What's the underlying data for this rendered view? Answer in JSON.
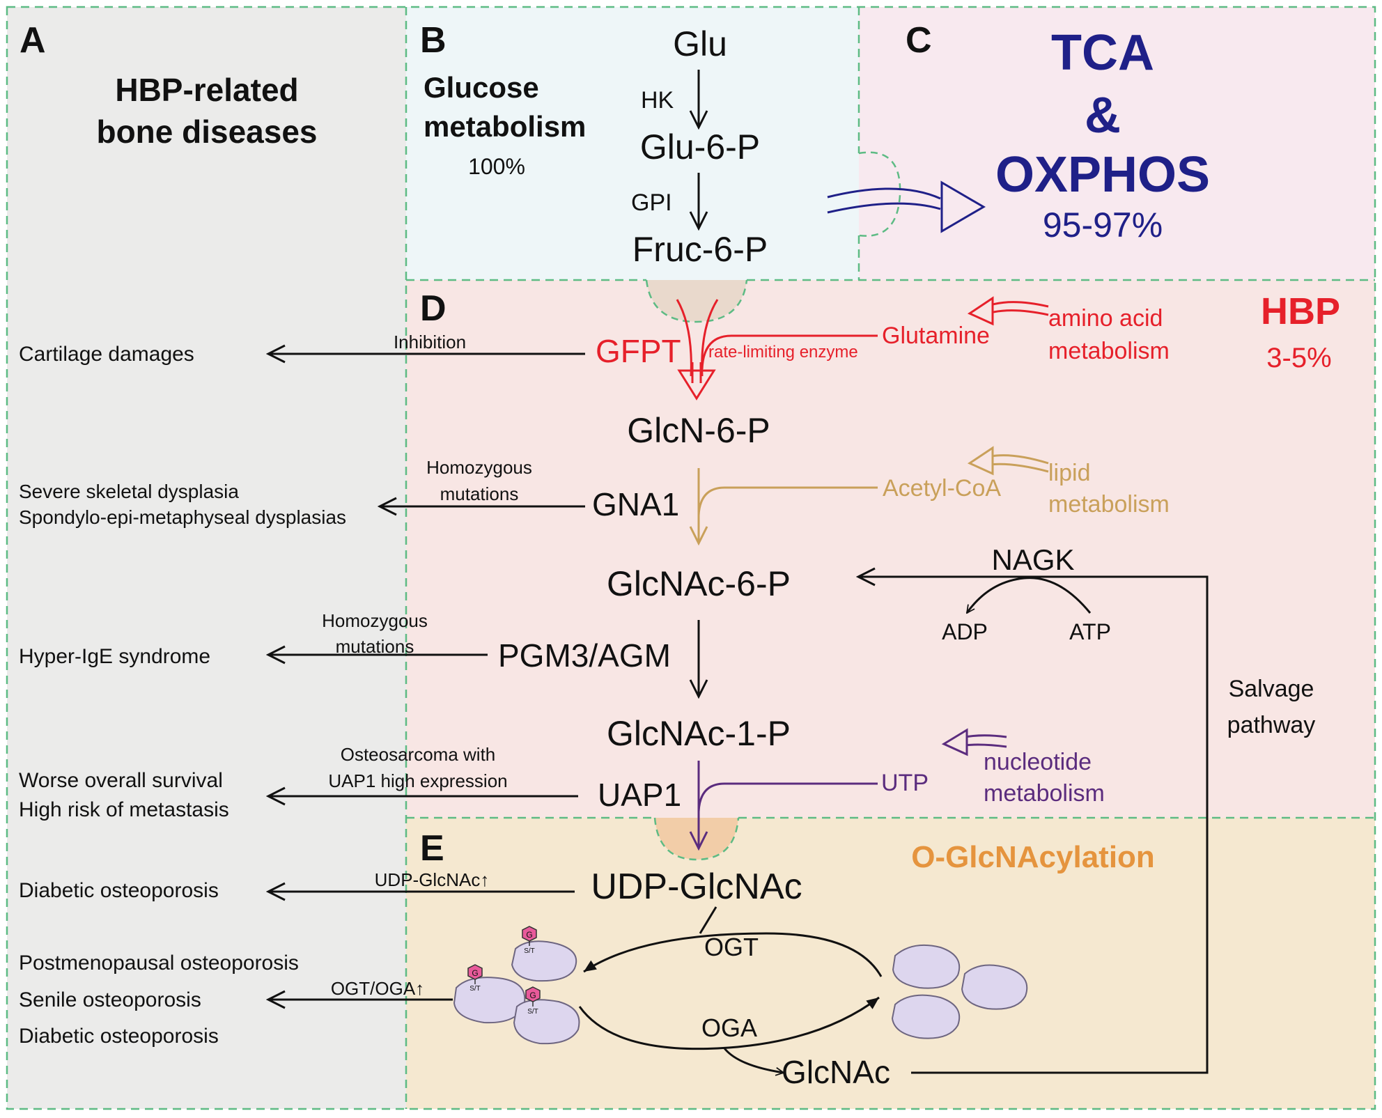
{
  "panels": {
    "A": {
      "letter": "A",
      "title_line1": "HBP-related",
      "title_line2": "bone diseases",
      "diseases": {
        "cartilage": "Cartilage damages",
        "dysplasia1": "Severe skeletal dysplasia",
        "dysplasia2": "Spondylo-epi-metaphyseal dysplasias",
        "hyper_ige": "Hyper-IgE syndrome",
        "survival": "Worse overall survival",
        "metastasis": "High risk of metastasis",
        "diabetic1": "Diabetic osteoporosis",
        "postmeno": "Postmenopausal osteoporosis",
        "senile": "Senile osteoporosis",
        "diabetic2": "Diabetic osteoporosis"
      }
    },
    "B": {
      "letter": "B",
      "title_line1": "Glucose",
      "title_line2": "metabolism",
      "percent": "100%",
      "glu": "Glu",
      "hk": "HK",
      "glu6p": "Glu-6-P",
      "gpi": "GPI",
      "fruc6p": "Fruc-6-P"
    },
    "C": {
      "letter": "C",
      "tca": "TCA",
      "amp": "&",
      "oxphos": "OXPHOS",
      "percent": "95-97%"
    },
    "D": {
      "letter": "D",
      "title": "HBP",
      "percent": "3-5%",
      "gfpt": "GFPT",
      "rate_limiting": "rate-limiting enzyme",
      "glutamine": "Glutamine",
      "amino1": "amino acid",
      "amino2": "metabolism",
      "glcn6p": "GlcN-6-P",
      "gna1": "GNA1",
      "acetylcoa": "Acetyl-CoA",
      "lipid1": "lipid",
      "lipid2": "metabolism",
      "glcnac6p": "GlcNAc-6-P",
      "nagk": "NAGK",
      "adp": "ADP",
      "atp": "ATP",
      "pgm3": "PGM3/AGM",
      "glcnac1p": "GlcNAc-1-P",
      "uap1": "UAP1",
      "utp": "UTP",
      "nucleotide1": "nucleotide",
      "nucleotide2": "metabolism",
      "salvage1": "Salvage",
      "salvage2": "pathway"
    },
    "E": {
      "letter": "E",
      "title": "O-GlcNAcylation",
      "udpglcnac": "UDP-GlcNAc",
      "ogt": "OGT",
      "oga": "OGA",
      "glcnac": "GlcNAc",
      "g": "G",
      "st": "S/T"
    }
  },
  "annotations": {
    "inhibition": "Inhibition",
    "homo1a": "Homozygous",
    "homo1b": "mutations",
    "homo2a": "Homozygous",
    "homo2b": "mutations",
    "osteo1": "Osteosarcoma with",
    "osteo2": "UAP1 high expression",
    "udp_up": "UDP-GlcNAc↑",
    "ogt_oga_up": "OGT/OGA↑"
  },
  "colors": {
    "panel_a": "#ebebea",
    "panel_b": "#eef6f8",
    "panel_c": "#f8e9ef",
    "panel_d": "#f8e6e4",
    "panel_e": "#f5e8d0",
    "border": "#5dbb84",
    "navy": "#1f2088",
    "red": "#e6202a",
    "gold": "#c9a05a",
    "purple": "#5b2c7e",
    "orange": "#e5943e",
    "black": "#111111"
  }
}
